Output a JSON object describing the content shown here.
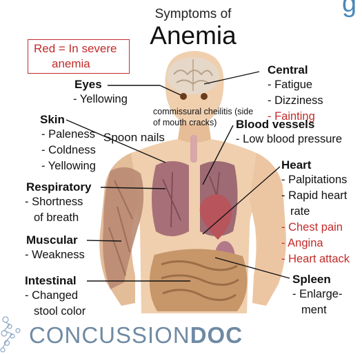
{
  "title": {
    "line1": "Symptoms of",
    "line2": "Anemia"
  },
  "top_right_fragment": "g",
  "legend_box": {
    "text": "Red = In severe anemia",
    "line1": "Red = In severe",
    "line2": "anemia"
  },
  "annotations": {
    "cheilitis_line1": "commissural cheilitis (side",
    "cheilitis_line2": "of mouth cracks)",
    "spoon_nails": "Spoon nails"
  },
  "groups": {
    "central": {
      "title": "Central",
      "items": [
        "- Fatigue",
        "- Dizziness",
        "- Fainting"
      ],
      "severe": [
        false,
        false,
        true
      ]
    },
    "eyes": {
      "title": "Eyes",
      "items": [
        "- Yellowing"
      ],
      "severe": [
        false
      ]
    },
    "skin": {
      "title": "Skin",
      "items": [
        "- Paleness",
        "- Coldness",
        "- Yellowing"
      ],
      "severe": [
        false,
        false,
        false
      ]
    },
    "blood_vessels": {
      "title": "Blood vessels",
      "items": [
        "- Low blood pressure"
      ],
      "severe": [
        false
      ]
    },
    "heart": {
      "title": "Heart",
      "items": [
        "- Palpitations",
        "- Rapid heart",
        "rate",
        "- Chest pain",
        "- Angina",
        "- Heart attack"
      ],
      "severe": [
        false,
        false,
        false,
        true,
        true,
        true
      ]
    },
    "respiratory": {
      "title": "Respiratory",
      "items": [
        "- Shortness",
        "of breath"
      ],
      "severe": [
        false,
        false
      ]
    },
    "muscular": {
      "title": "Muscular",
      "items": [
        "- Weakness"
      ],
      "severe": [
        false
      ]
    },
    "intestinal": {
      "title": "Intestinal",
      "items": [
        "- Changed",
        "stool color"
      ],
      "severe": [
        false,
        false
      ]
    },
    "spleen": {
      "title": "Spleen",
      "items": [
        "- Enlarge-",
        "ment"
      ],
      "severe": [
        false,
        false
      ]
    }
  },
  "watermark": {
    "part1": "CONCUSSION",
    "part2": "DOC"
  },
  "colors": {
    "severe_text": "#c32a2a",
    "legend_border": "#c32a2a",
    "skin": "#efcfae",
    "organs": "#a77078",
    "muscle": "#b98a72",
    "intestine": "#c79669",
    "brain": "#e6d8c8",
    "watermark": "#6f8aa3"
  }
}
